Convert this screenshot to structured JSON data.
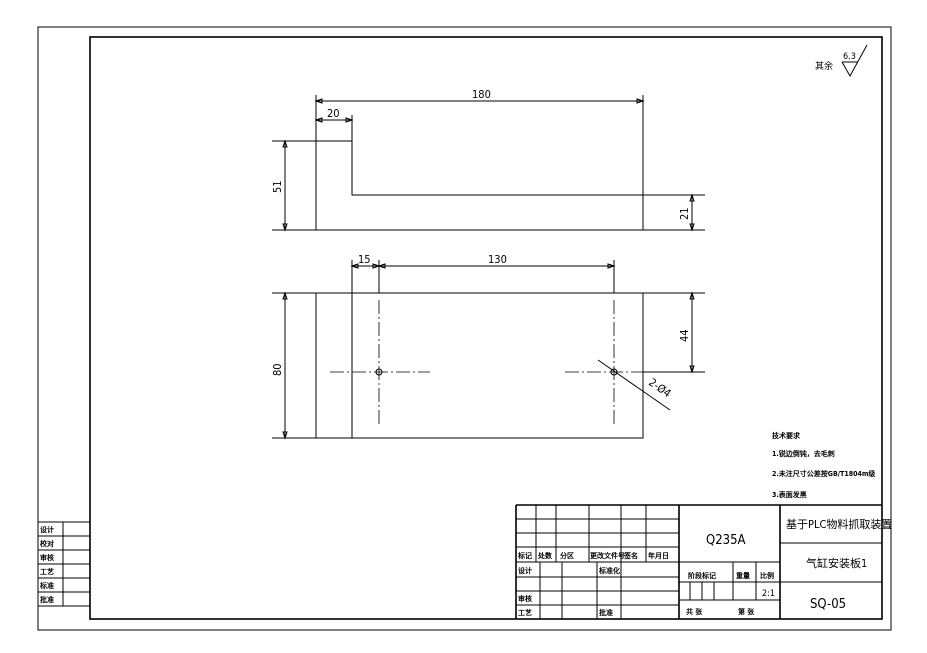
{
  "roughness": {
    "label": "其余",
    "value": "6.3"
  },
  "dimensions": {
    "overall_length": "180",
    "step_width": "20",
    "height_top": "51",
    "thickness": "21",
    "hole_offset": "15",
    "hole_spacing": "130",
    "width": "80",
    "hole_y": "44",
    "holes": "2-Ø4"
  },
  "tech_requirements": {
    "title": "技术要求",
    "items": [
      "1.锐边倒钝，去毛刺",
      "2.未注尺寸公差按GB/T1804m级",
      "3.表面发黑"
    ]
  },
  "left_table": [
    "设计",
    "校对",
    "审核",
    "工艺",
    "标准",
    "批准"
  ],
  "title_block": {
    "header_row": [
      "标记",
      "处数",
      "分区",
      "更改文件号",
      "签名",
      "年月日"
    ],
    "design": "设计",
    "standardization": "标准化",
    "review": "审核",
    "process": "工艺",
    "approve": "批准",
    "material": "Q235A",
    "stage_mark": "阶段标记",
    "weight": "重量",
    "scale_label": "比例",
    "scale": "2:1",
    "sheets_total": "共    张",
    "sheet_no": "第    张",
    "project": "基于PLC物料抓取装置",
    "part_name": "气缸安装板1",
    "drawing_no": "SQ-05"
  }
}
